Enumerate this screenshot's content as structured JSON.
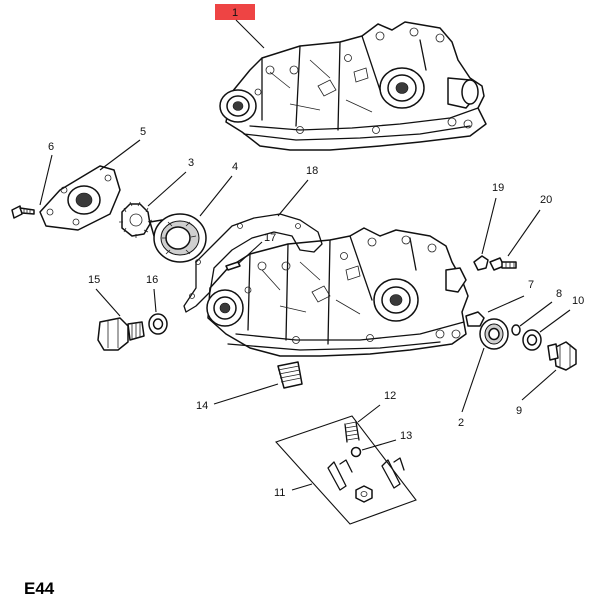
{
  "diagram_code": "E44",
  "highlighted_part": "1",
  "callouts": [
    "2",
    "3",
    "4",
    "5",
    "6",
    "7",
    "8",
    "9",
    "10",
    "11",
    "12",
    "13",
    "14",
    "15",
    "16",
    "17",
    "18",
    "19",
    "20"
  ],
  "colors": {
    "highlight": "#ee4444",
    "line": "#111111",
    "background": "#ffffff"
  }
}
